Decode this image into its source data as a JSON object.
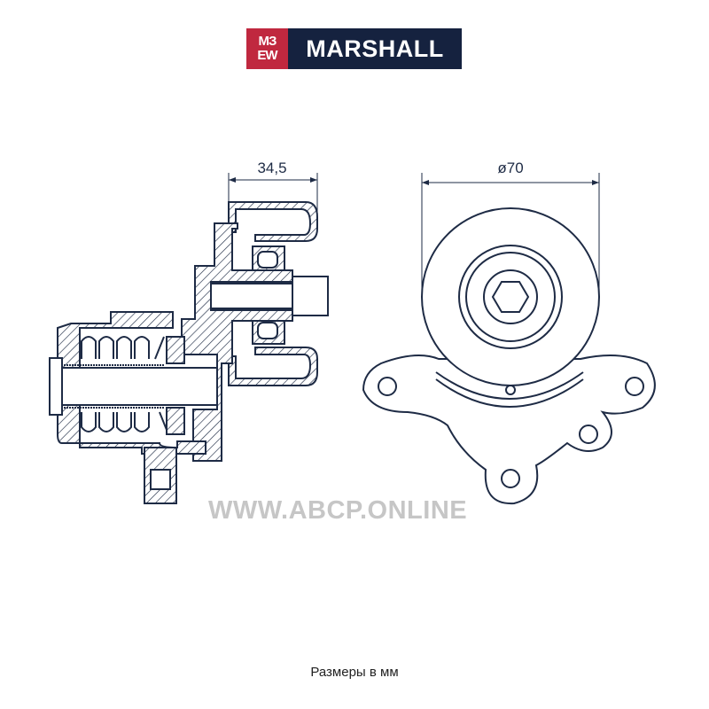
{
  "logo": {
    "mark_top": "МЗ",
    "mark_bottom": "ЕW",
    "name": "MARSHALL",
    "brand_red": "#c0283f",
    "brand_navy": "#15223f"
  },
  "dimensions": {
    "width": "34,5",
    "diameter": "ø70"
  },
  "watermark": "WWW.ABCP.ONLINE",
  "caption": "Размеры в мм",
  "colors": {
    "line": "#1e2b45"
  }
}
